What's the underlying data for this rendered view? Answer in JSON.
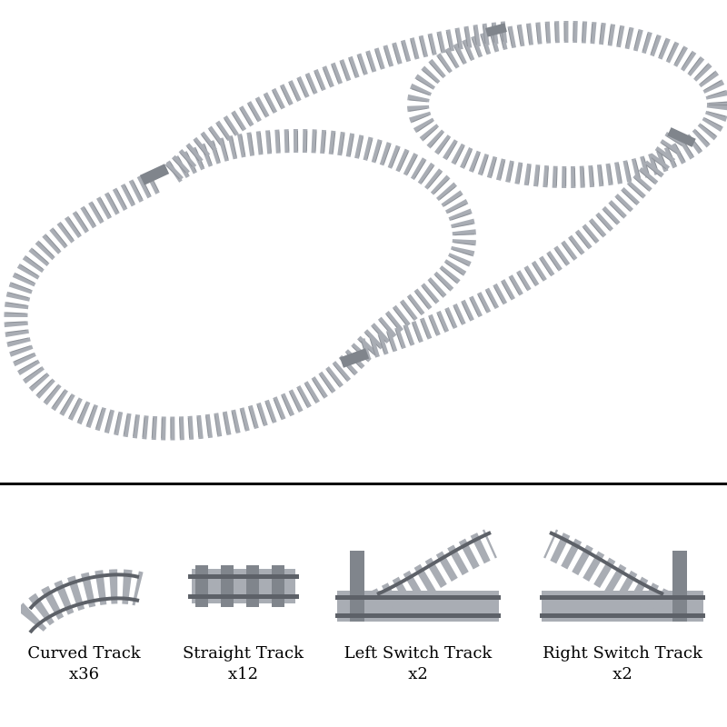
{
  "parts": [
    {
      "name": "Curved Track",
      "count": "x36",
      "icon": "curved-track-icon"
    },
    {
      "name": "Straight Track",
      "count": "x12",
      "icon": "straight-track-icon"
    },
    {
      "name": "Left Switch Track",
      "count": "x2",
      "icon": "left-switch-track-icon"
    },
    {
      "name": "Right Switch Track",
      "count": "x2",
      "icon": "right-switch-track-icon"
    }
  ],
  "colors": {
    "rail": "#5d6168",
    "sleeper": "#a9adb4",
    "sleeper_dark": "#80858c",
    "divider": "#000000"
  }
}
